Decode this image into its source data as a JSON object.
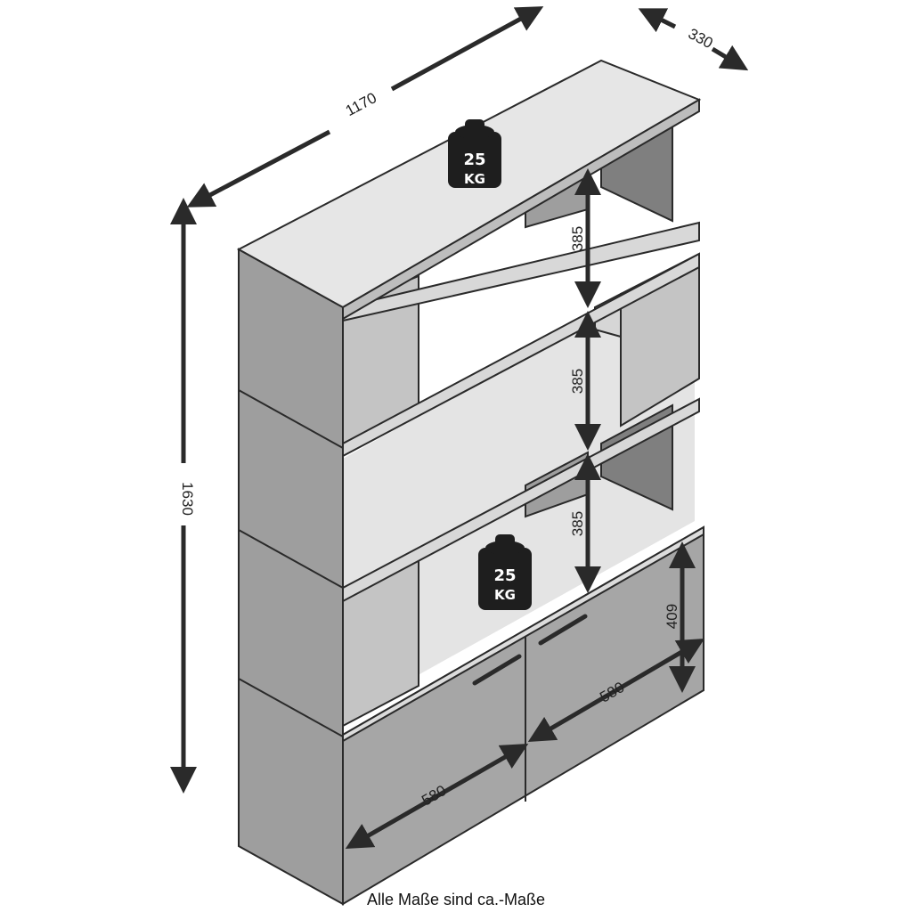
{
  "dimensions": {
    "width": "1170",
    "depth": "330",
    "height": "1630",
    "shelf_spacing_top": "385",
    "shelf_spacing_middle": "385",
    "shelf_spacing_bottom": "385",
    "door_height": "409",
    "door_width_right": "580",
    "door_width_left": "580"
  },
  "weights": {
    "top": {
      "value": "25",
      "unit": "KG"
    },
    "lower": {
      "value": "25",
      "unit": "KG"
    }
  },
  "caption": "Alle Maße sind ca.-Maße",
  "colors": {
    "panel_front": "#a6a6a6",
    "panel_side": "#9e9e9e",
    "panel_light": "#e4e4e4",
    "panel_inner": "#c4c4c4",
    "panel_top": "#e6e6e6",
    "outline": "#2a2a2a",
    "arrow": "#2a2a2a",
    "weight": "#1e1e1e"
  }
}
